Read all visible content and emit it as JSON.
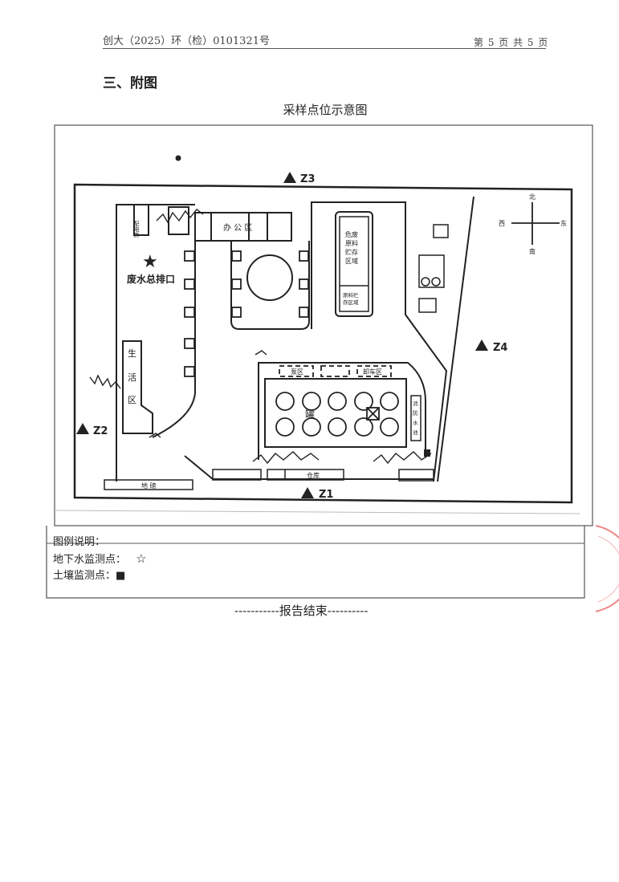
{
  "header": {
    "doc_no": "创大（2025）环（检）0101321号",
    "page": "第 5 页 共 5 页"
  },
  "section": "三、附图",
  "figure_title": "采样点位示意图",
  "map": {
    "office": "办 公 区",
    "power_room": "配电房",
    "outfall": "废水总排口",
    "living_area": [
      "生",
      "活",
      "区"
    ],
    "hazardous": [
      "危废",
      "原料",
      "贮存",
      "区域"
    ],
    "raw_storage": [
      "原料贮",
      "存区域"
    ],
    "pump_area": "泵区",
    "unload_area": "卸车区",
    "tank": "罐",
    "fire_pool": [
      "消",
      "防",
      "水",
      "池"
    ],
    "warehouse": "仓库",
    "scale": "地 磅",
    "points": [
      "Z1",
      "Z2",
      "Z3",
      "Z4"
    ],
    "compass": {
      "n": "北",
      "s": "南",
      "w": "西",
      "e": "东"
    }
  },
  "legend": {
    "title": "图例说明：",
    "groundwater": "地下水监测点：",
    "groundwater_symbol": "☆",
    "soil": "土壤监测点：",
    "soil_symbol": "■"
  },
  "end_text": "-----------报告结束----------"
}
